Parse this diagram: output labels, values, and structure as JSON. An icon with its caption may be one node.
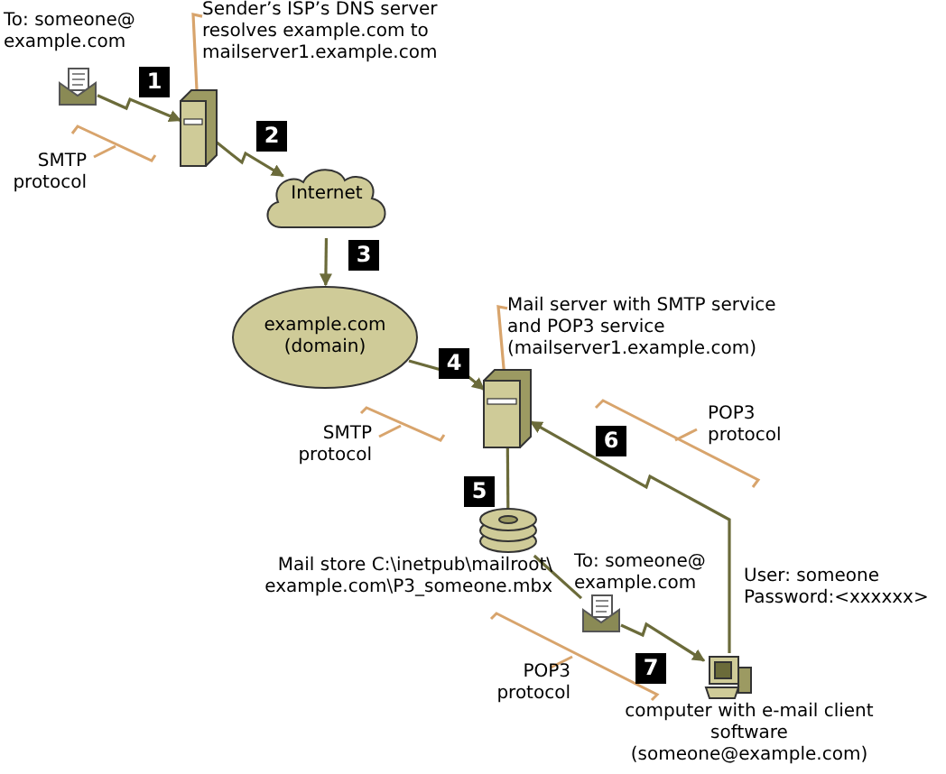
{
  "diagram": {
    "nodes": [
      {
        "text": [],
        "shape": "envelope",
        "beside": [
          "To: someone@ example.com"
        ]
      },
      {
        "text": [],
        "shape": "server"
      },
      {
        "text": [
          "Sender’s ISP’s DNS server resolves example.com to mailserver1.example.com"
        ]
      },
      {
        "text": [
          "Internet"
        ]
      },
      {
        "text": [
          "example.com (domain)"
        ]
      },
      {
        "text": [],
        "shape": "server"
      },
      {
        "text": [
          "Mail server with SMTP service and POP3 service (mailserver1.example.com)"
        ]
      },
      {
        "text": [],
        "shape": "disk",
        "beside": [
          "Mail store C:\\inetpub\\mailroot\\ example.com\\P3_someone.mbx"
        ]
      },
      {
        "text": [],
        "shape": "envelope",
        "beside": [
          "To: someone@ example.com"
        ]
      },
      {
        "text": [],
        "shape": "computer",
        "beside": [
          "computer with e-mail client software (someone@example.com)"
        ]
      }
    ],
    "edges": [
      {
        "from": 0,
        "to": 1,
        "arrow": "to"
      },
      {
        "from": 1,
        "to": 3,
        "arrow": "to"
      },
      {
        "from": 3,
        "to": 4,
        "arrow": "to"
      },
      {
        "from": 4,
        "to": 5,
        "arrow": "to"
      },
      {
        "from": 5,
        "to": 7,
        "arrow": "none"
      },
      {
        "from": 7,
        "to": 8,
        "arrow": "none"
      },
      {
        "from": 8,
        "to": 9,
        "arrow": "to"
      },
      {
        "from": 9,
        "to": 5,
        "arrow": "to"
      },
      {
        "from": 2,
        "to": 1,
        "arrow": "none",
        "color": "#d8a46c"
      },
      {
        "from": 6,
        "to": 5,
        "arrow": "none",
        "color": "#d8a46c"
      }
    ],
    "labels": [
      "1",
      "SMTP protocol",
      "2",
      "3",
      "4",
      "SMTP protocol",
      "6",
      "POP3 protocol",
      "5",
      "User: someone Password:<xxxxxx>",
      "POP3 protocol",
      "7"
    ]
  }
}
